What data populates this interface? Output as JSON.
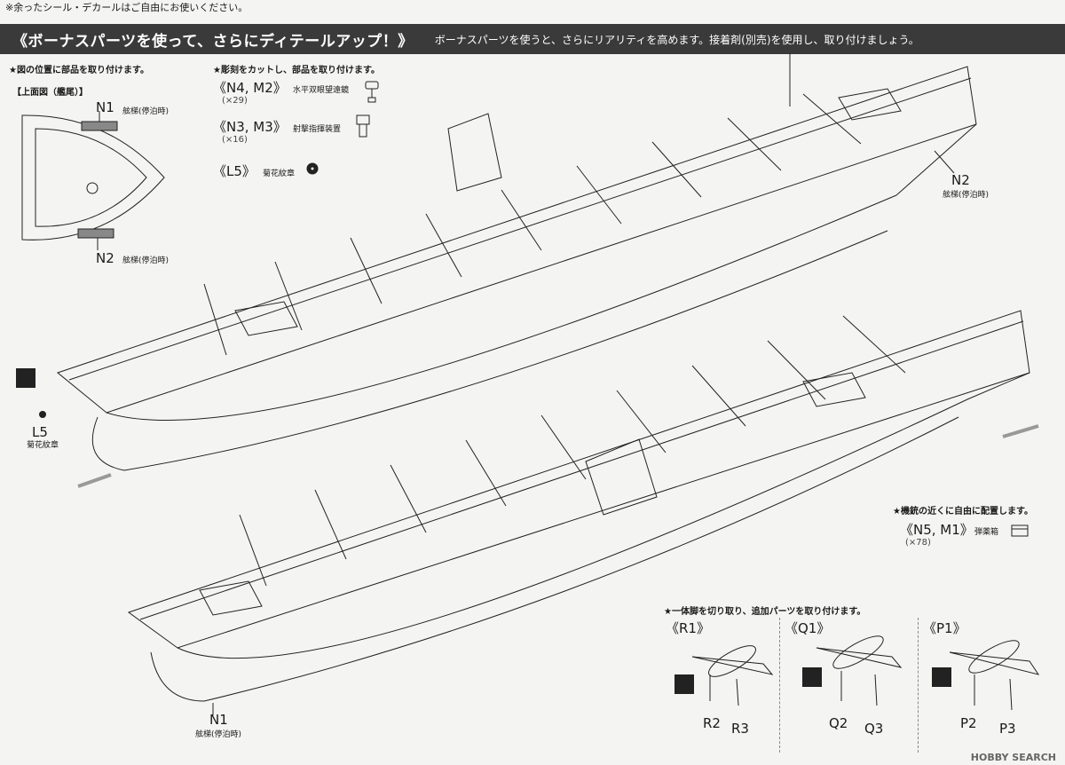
{
  "top_note": "※余ったシール・デカールはご自由にお使いください。",
  "banner": {
    "title": "《ボーナスパーツを使って、さらにディテールアップ！》",
    "subtitle": "ボーナスパーツを使うと、さらにリアリティを高めます。接着剤(別売)を使用し、取り付けましょう。"
  },
  "left_section": {
    "instruction": "★図の位置に部品を取り付けます。",
    "view_label": "【上面図（艦尾）】",
    "n1": {
      "code": "N1",
      "name": "舷梯(停泊時)"
    },
    "n2": {
      "code": "N2",
      "name": "舷梯(停泊時)"
    }
  },
  "parts_section": {
    "instruction": "★彫刻をカットし、部品を取り付けます。",
    "parts": [
      {
        "code": "《N4, M2》",
        "name": "水平双眼望遠鏡",
        "qty": "(×29)"
      },
      {
        "code": "《N3, M3》",
        "name": "射撃指揮装置",
        "qty": "(×16)"
      },
      {
        "code": "《L5》",
        "name": "菊花紋章",
        "qty": ""
      }
    ]
  },
  "ship_labels": {
    "n2_code": "N2",
    "n2_name": "舷梯(停泊時)",
    "l5_code": "L5",
    "l5_name": "菊花紋章",
    "n1_code": "N1",
    "n1_name": "舷梯(停泊時)"
  },
  "ammo_section": {
    "instruction": "★機銃の近くに自由に配置します。",
    "code": "《N5, M1》",
    "name": "弾薬箱",
    "qty": "(×78)"
  },
  "aircraft_section": {
    "instruction": "★一体脚を切り取り、追加パーツを取り付けます。",
    "groups": [
      {
        "code": "《R1》",
        "parts": [
          "R2",
          "R3"
        ]
      },
      {
        "code": "《Q1》",
        "parts": [
          "Q2",
          "Q3"
        ]
      },
      {
        "code": "《P1》",
        "parts": [
          "P2",
          "P3"
        ]
      }
    ]
  },
  "watermark": "HOBBY SEARCH"
}
